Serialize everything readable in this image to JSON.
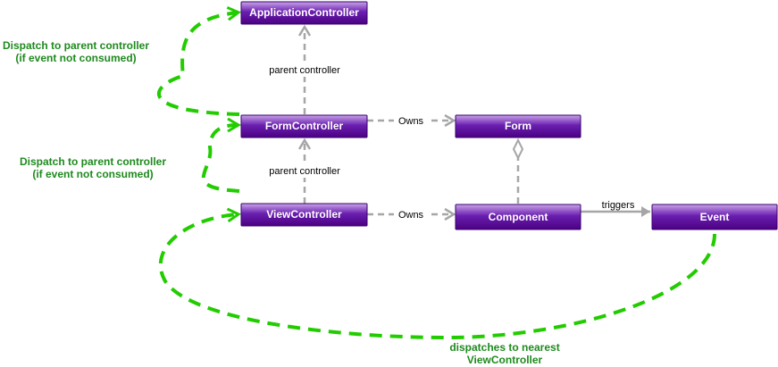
{
  "nodes": {
    "application_controller": "ApplicationController",
    "form_controller": "FormController",
    "form": "Form",
    "view_controller": "ViewController",
    "component": "Component",
    "event": "Event"
  },
  "edges": {
    "parent_controller_top": "parent controller",
    "parent_controller_bottom": "parent controller",
    "owns_form": "Owns",
    "owns_component": "Owns",
    "triggers": "triggers"
  },
  "notes": {
    "dispatch_top_line1": "Dispatch to parent controller",
    "dispatch_top_line2": "(if event not consumed)",
    "dispatch_mid_line1": "Dispatch to parent controller",
    "dispatch_mid_line2": "(if event not consumed)",
    "dispatch_bottom_line1": "dispatches to nearest",
    "dispatch_bottom_line2": "ViewController"
  },
  "colors": {
    "node_fill_dark": "#4b0082",
    "node_fill_light": "#c9a3e8",
    "node_stroke": "#3a006e",
    "gray_edge": "#a6a6a6",
    "green_flow": "#22cc00",
    "note_text": "#1e8a1e"
  }
}
